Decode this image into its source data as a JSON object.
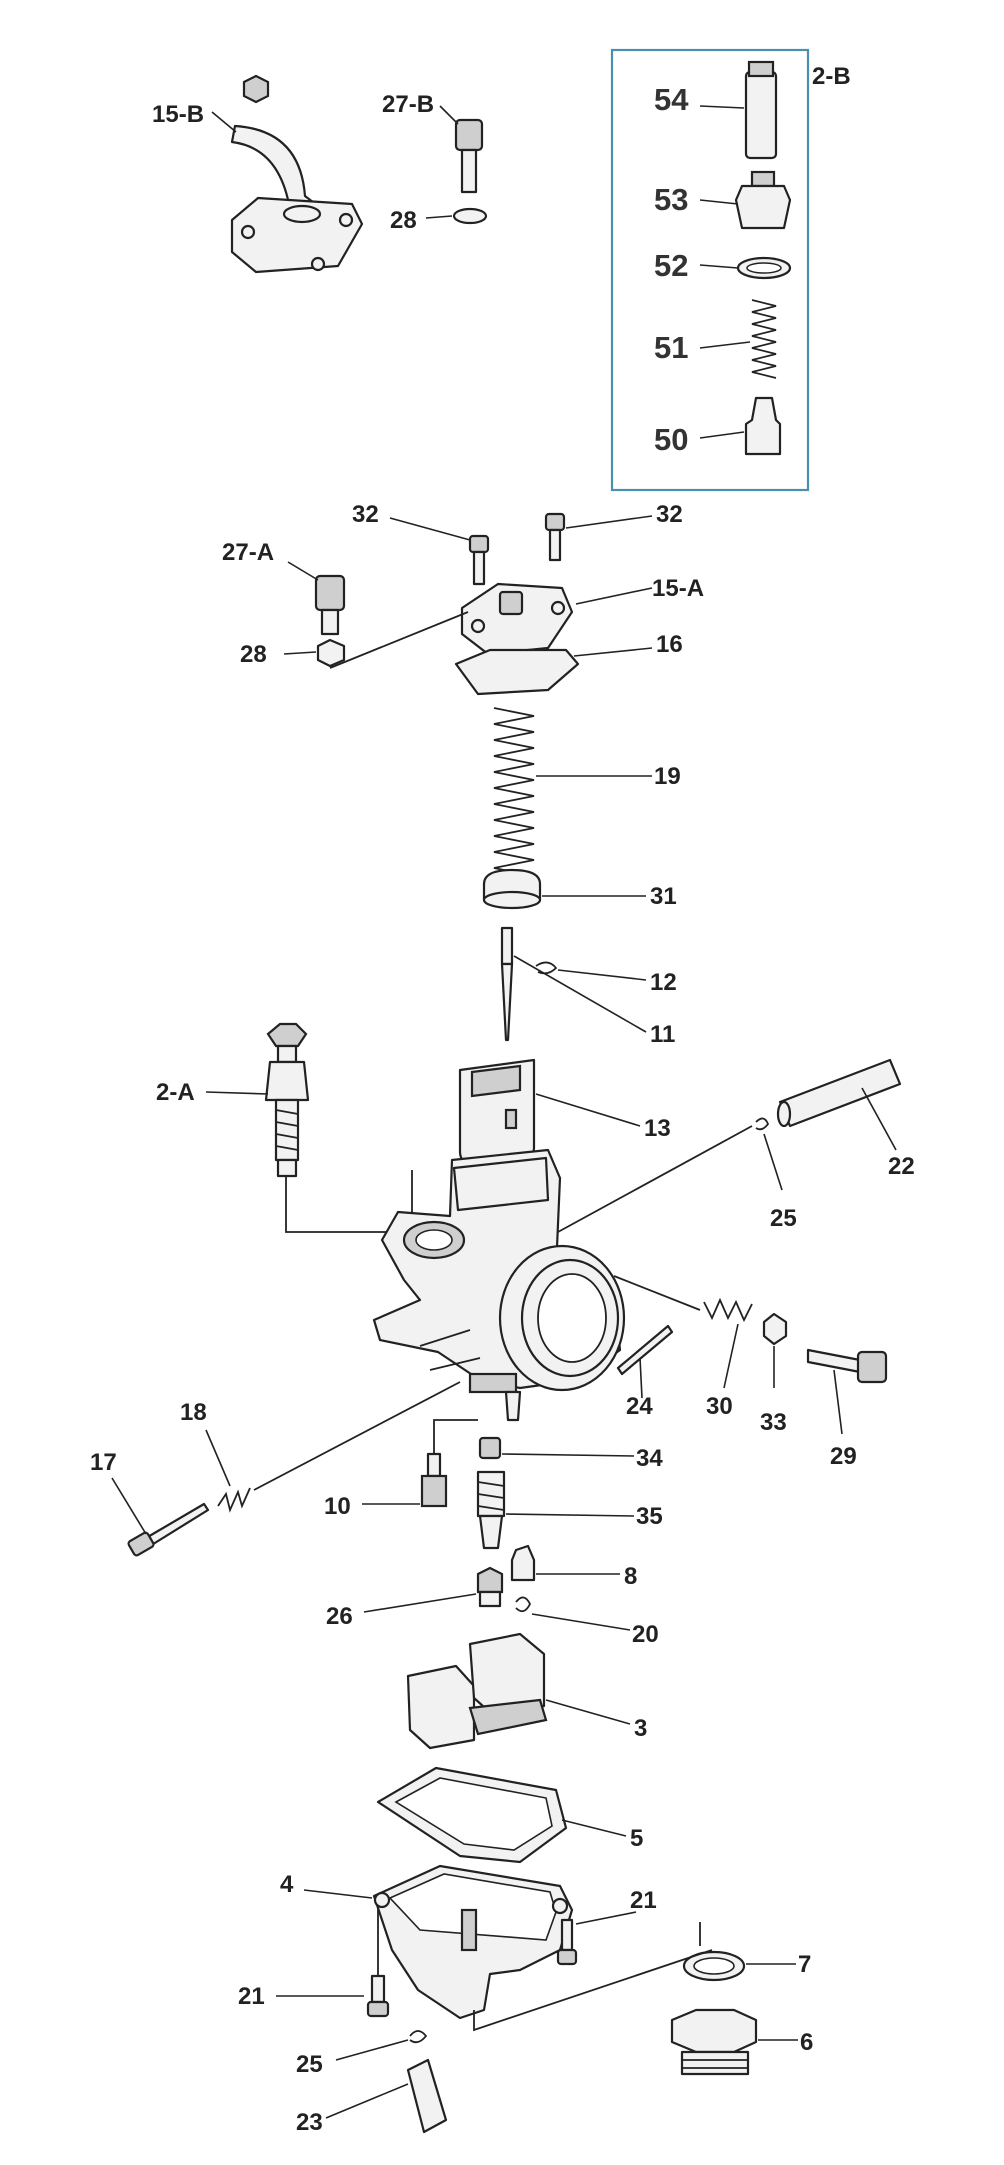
{
  "inset": {
    "title": "2-B",
    "labels": [
      "54",
      "53",
      "52",
      "51",
      "50"
    ]
  },
  "labels": {
    "l15b": "15-B",
    "l27b": "27-B",
    "l28b": "28",
    "l32a": "32",
    "l32b": "32",
    "l27a": "27-A",
    "l28a": "28",
    "l15a": "15-A",
    "l16": "16",
    "l19": "19",
    "l31": "31",
    "l12": "12",
    "l11": "11",
    "l2a": "2-A",
    "l13": "13",
    "l22": "22",
    "l25a": "25",
    "l30": "30",
    "l33": "33",
    "l29": "29",
    "l24": "24",
    "l18": "18",
    "l17": "17",
    "l10": "10",
    "l34": "34",
    "l35": "35",
    "l8": "8",
    "l26": "26",
    "l20": "20",
    "l3": "3",
    "l5": "5",
    "l4": "4",
    "l21a": "21",
    "l21b": "21",
    "l7": "7",
    "l6": "6",
    "l25b": "25",
    "l23": "23"
  }
}
